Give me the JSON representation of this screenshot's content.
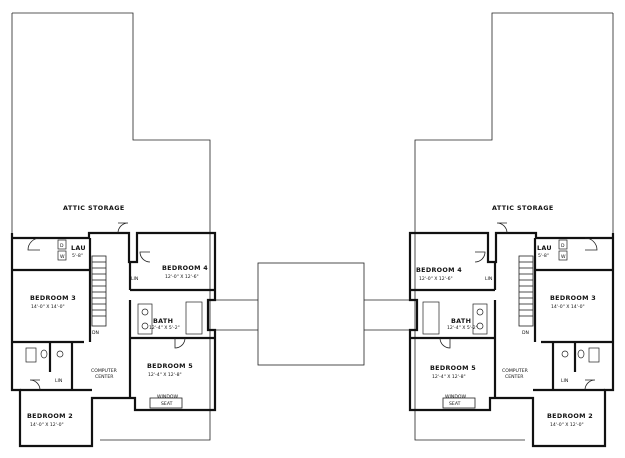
{
  "labels": {
    "attic_storage": "ATTIC STORAGE",
    "bedroom_2": "BEDROOM 2",
    "bedroom_2_dim": "14'-0\" X 12'-0\"",
    "bedroom_3": "BEDROOM 3",
    "bedroom_3_dim": "14'-0\" X 14'-0\"",
    "bedroom_4": "BEDROOM 4",
    "bedroom_4_dim": "12'-0\" X 12'-6\"",
    "bedroom_5": "BEDROOM 5",
    "bedroom_5_dim": "12'-4\" X 12'-8\"",
    "bath": "BATH",
    "bath_dim": "12'-4\" X 5'-2\"",
    "lau": "LAU",
    "lau_dim": "5'-8\"",
    "computer": "COMPUTER",
    "center": "CENTER",
    "window": "WINDOW",
    "seat": "SEAT",
    "lin": "LIN",
    "dn": "DN",
    "d": "D",
    "w": "W"
  }
}
